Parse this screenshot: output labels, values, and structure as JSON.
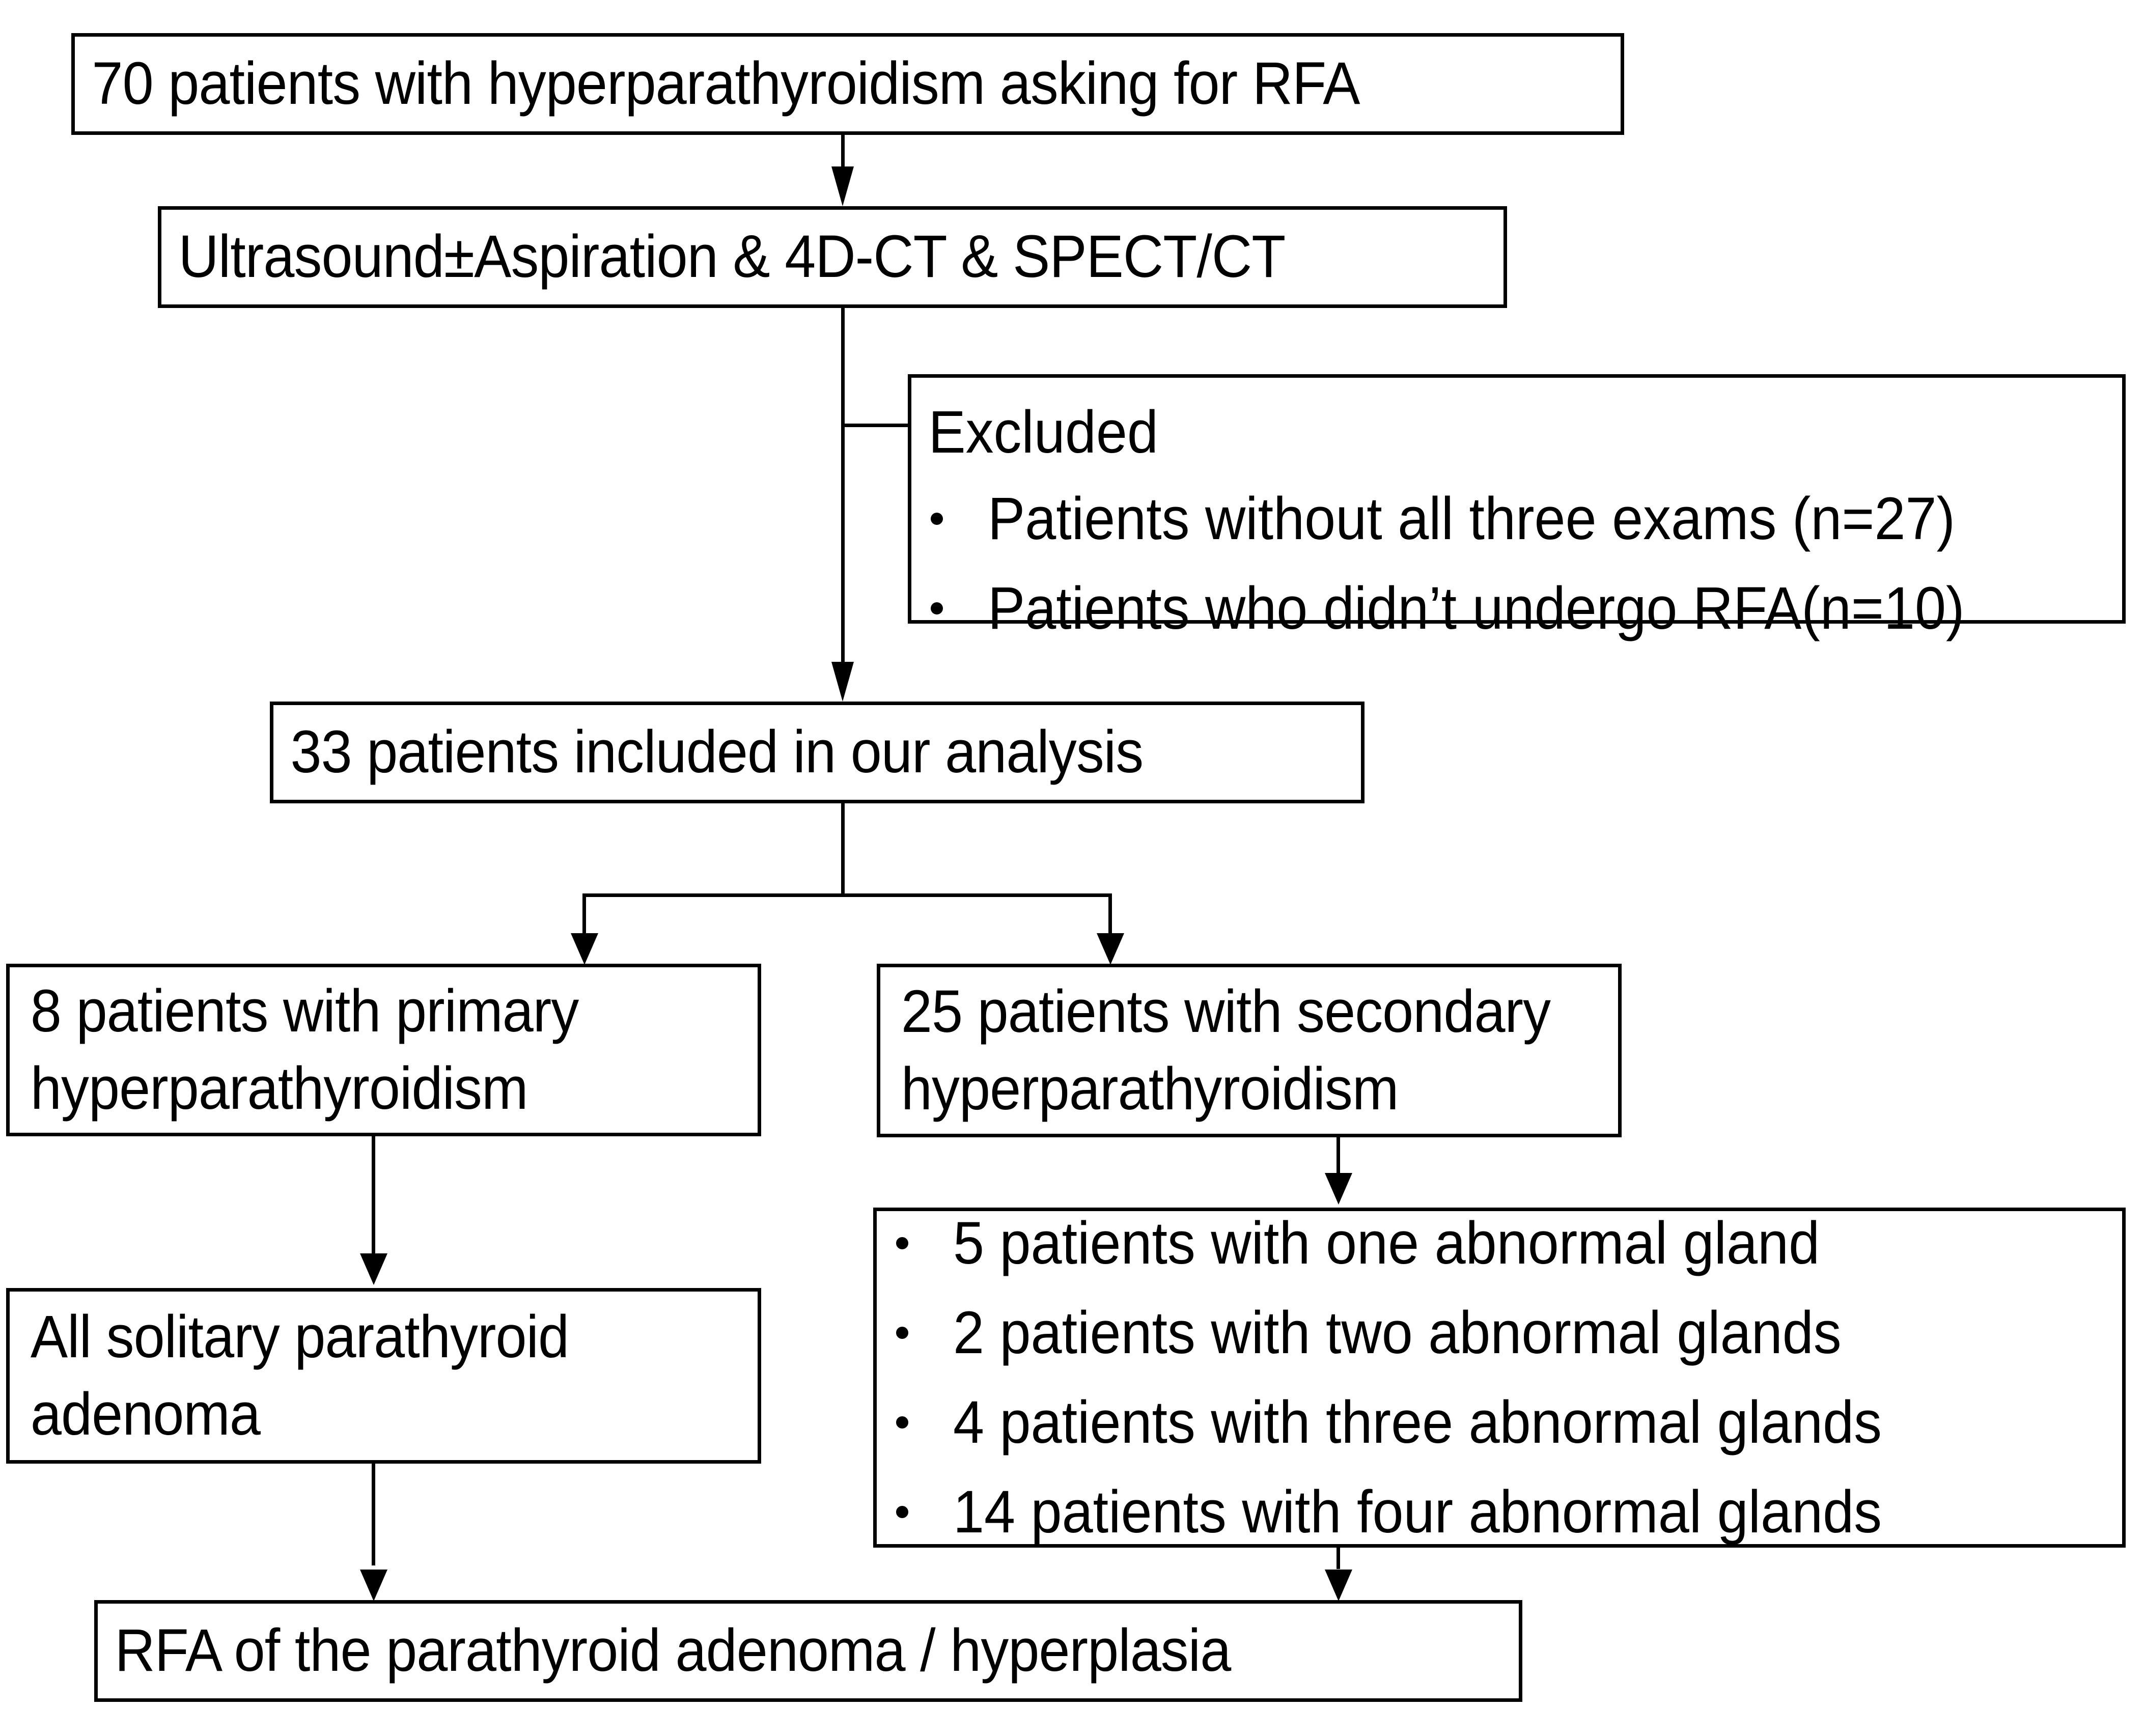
{
  "diagram": {
    "type": "flowchart",
    "title": "Patient selection flowchart for radiofrequency ablation (RFA) of hyperparathyroidism",
    "nodes": {
      "enrolled": {
        "label": "70 patients with hyperparathyroidism asking for RFA"
      },
      "imaging": {
        "label": "Ultrasound±Aspiration & 4D-CT & SPECT/CT"
      },
      "excluded": {
        "heading": "Excluded",
        "items": [
          "Patients without all three exams (n=27)",
          "Patients who didn’t undergo RFA(n=10)"
        ]
      },
      "included": {
        "label": "33 patients included in our analysis"
      },
      "primary": {
        "line1": "8 patients with primary",
        "line2": "hyperparathyroidism"
      },
      "secondary": {
        "line1": "25 patients with secondary",
        "line2": "hyperparathyroidism"
      },
      "primary_outcome": {
        "line1": "All solitary parathyroid",
        "line2": "adenoma"
      },
      "secondary_breakdown": {
        "items": [
          "5 patients with one abnormal gland",
          "2 patients with two abnormal glands",
          "4 patients with three abnormal glands",
          "14 patients with four abnormal glands"
        ]
      },
      "treatment": {
        "label": "RFA of the parathyroid adenoma / hyperplasia"
      }
    },
    "counts": {
      "asked_for_rfa": 70,
      "excluded_missing_exams": 27,
      "excluded_no_rfa": 10,
      "included": 33,
      "primary_hpt": 8,
      "secondary_hpt": 25,
      "one_abnormal_gland": 5,
      "two_abnormal_glands": 2,
      "three_abnormal_glands": 4,
      "four_abnormal_glands": 14
    },
    "colors": {
      "stroke": "#000000",
      "background": "#ffffff",
      "text": "#000000"
    }
  }
}
